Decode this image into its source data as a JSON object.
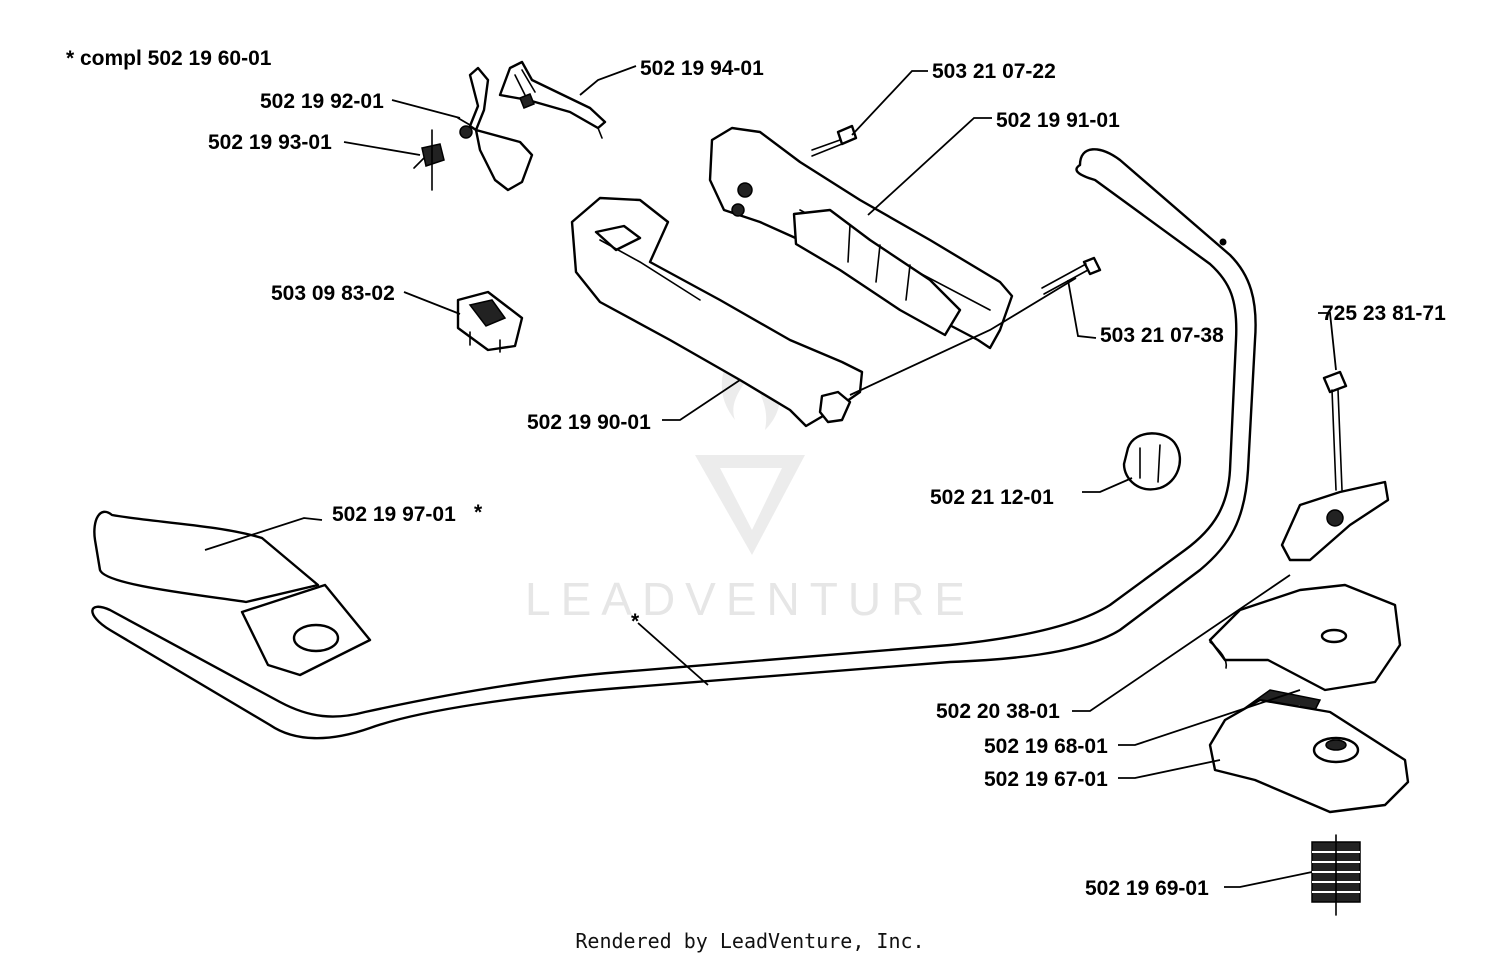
{
  "compl_note": "*  compl 502 19 60-01",
  "labels": {
    "p_502_19_94_01": "502 19 94-01",
    "p_502_19_92_01": "502 19 92-01",
    "p_502_19_93_01": "502 19 93-01",
    "p_503_21_07_22": "503 21 07-22",
    "p_502_19_91_01": "502 19 91-01",
    "p_503_09_83_02": "503 09 83-02",
    "p_503_21_07_38": "503 21 07-38",
    "p_725_23_81_71": "725 23 81-71",
    "p_502_19_90_01": "502 19 90-01",
    "p_502_21_12_01": "502 21 12-01",
    "p_502_19_97_01": "502 19 97-01",
    "p_502_20_38_01": "502 20 38-01",
    "p_502_19_68_01": "502 19 68-01",
    "p_502_19_67_01": "502 19 67-01",
    "p_502_19_69_01": "502 19 69-01"
  },
  "asterisk": "*",
  "watermark": "LEADVENTURE",
  "footer": "Rendered by LeadVenture, Inc."
}
